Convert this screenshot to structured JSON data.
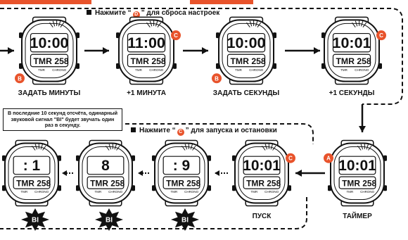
{
  "colors": {
    "accent": "#e8532b",
    "ink": "#111111"
  },
  "top_instruction": {
    "prefix": "Нажмите “",
    "button": "D",
    "suffix": "” для сброса настроек"
  },
  "bottom_instruction": {
    "prefix": "Нажмите “",
    "button": "C",
    "suffix": "” для запуска и остановки"
  },
  "note": "В последние 10 секунд отсчёта, одинарный звуковой сигнал \"BI\" будет звучать один раз в секунду.",
  "top_row": [
    {
      "label": "ЗАДАТЬ МИНУТЫ",
      "button": "B",
      "display": "10:00",
      "sub": "TMR  258"
    },
    {
      "label": "+1 МИНУТА",
      "button": "C",
      "display": "11:00",
      "sub": "TMR  258"
    },
    {
      "label": "ЗАДАТЬ СЕКУНДЫ",
      "button": "B",
      "display": "10:00",
      "sub": "TMR  258"
    },
    {
      "label": "+1 СЕКУНДЫ",
      "button": "C",
      "display": "10:01",
      "sub": "TMR  258"
    }
  ],
  "bottom_row": [
    {
      "label": "ТАЙМЕР",
      "button": "A",
      "display": "10:01",
      "sub": "TMR  258"
    },
    {
      "label": "ПУСК",
      "button": "C",
      "display": "10:01",
      "sub": "TMR  258"
    },
    {
      "label": "",
      "display": ": 9",
      "sub": "TMR  258",
      "beep": "BI"
    },
    {
      "label": "",
      "display": "8",
      "sub": "TMR  258",
      "beep": "BI"
    },
    {
      "label": "",
      "display": ": 1",
      "sub": "TMR  258",
      "beep": "BI"
    }
  ],
  "watch_sub_labels": [
    "TMR",
    "CHRONO"
  ]
}
